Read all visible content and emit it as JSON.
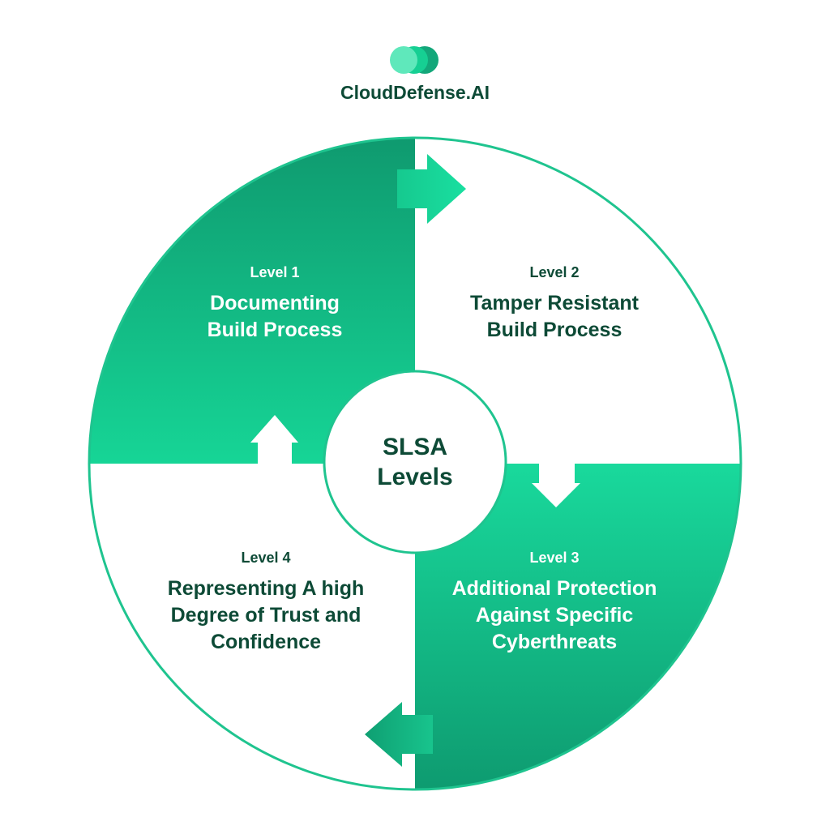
{
  "brand": {
    "name": "CloudDefense.AI",
    "logo_icon": "overlapping-circles-logo"
  },
  "center": {
    "line1": "SLSA",
    "line2": "Levels"
  },
  "quadrants": [
    {
      "level": "Level 1",
      "title_lines": [
        "Documenting",
        "Build Process"
      ]
    },
    {
      "level": "Level 2",
      "title_lines": [
        "Tamper Resistant",
        "Build Process"
      ]
    },
    {
      "level": "Level 3",
      "title_lines": [
        "Additional Protection",
        "Against Specific",
        "Cyberthreats"
      ]
    },
    {
      "level": "Level 4",
      "title_lines": [
        "Representing A high",
        "Degree of Trust and",
        "Confidence"
      ]
    }
  ],
  "arrows": [
    {
      "name": "arrow-right-icon",
      "direction": "right"
    },
    {
      "name": "arrow-down-icon",
      "direction": "down"
    },
    {
      "name": "arrow-left-icon",
      "direction": "left"
    },
    {
      "name": "arrow-up-icon",
      "direction": "up"
    }
  ],
  "colors": {
    "green_dark": "#13a77a",
    "green_light": "#16d89a",
    "outline": "#1fc48f",
    "text_dark": "#0d4a36",
    "text_light": "#ffffff",
    "background": "#ffffff"
  }
}
